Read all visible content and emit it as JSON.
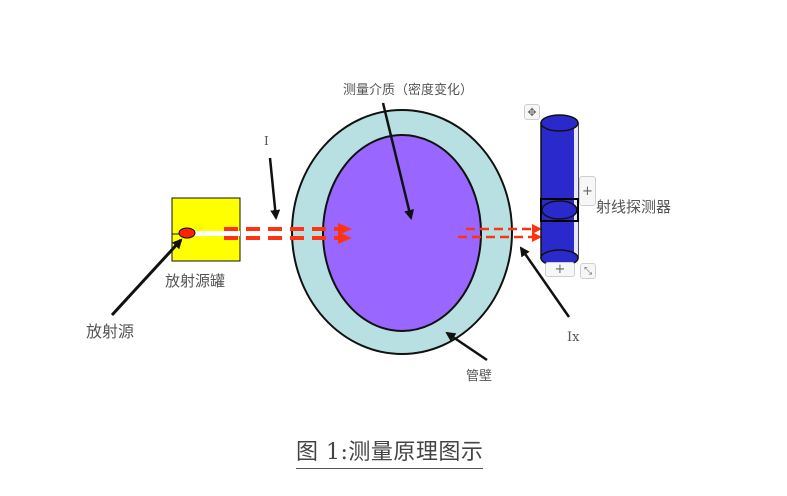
{
  "diagram": {
    "labels": {
      "medium": "测量介质（密度变化）",
      "incident_intensity": "I",
      "source_tank": "放射源罐",
      "source": "放射源",
      "detector": "射线探测器",
      "pipe_wall": "管壁",
      "transmitted_intensity": "Ix"
    },
    "colors": {
      "pipe_wall_fill": "#b8e0e2",
      "medium_fill": "#9966ff",
      "source_tank_fill": "#ffff00",
      "source_fill": "#ff2200",
      "beam": "#ff3311",
      "detector_fill": "#2a2acc",
      "outline": "#111111"
    },
    "handles": {
      "move": "✥",
      "add_right": "+",
      "add_bottom": "+",
      "resize": "⤡"
    }
  },
  "caption": {
    "text": "图 1:测量原理图示"
  }
}
